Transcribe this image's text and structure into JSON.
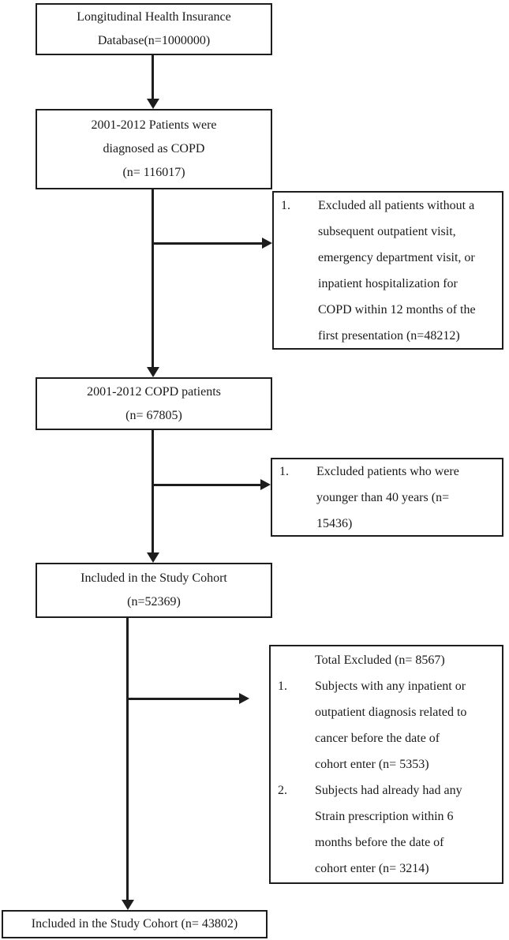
{
  "colors": {
    "ink": "#1d1d1d",
    "background": "#ffffff"
  },
  "flow": {
    "box_database": {
      "lines": [
        "Longitudinal Health Insurance",
        "Database(n=1000000)"
      ]
    },
    "box_diagnosed": {
      "lines": [
        "2001-2012 Patients were",
        "diagnosed as COPD",
        "(n= 116017)"
      ]
    },
    "excl_no_followup": {
      "items": [
        {
          "num": "1.",
          "lines": [
            "Excluded all patients without a",
            "subsequent outpatient visit,",
            "emergency department visit, or",
            "inpatient hospitalization for",
            "COPD within 12 months of the",
            "first presentation (n=48212)"
          ]
        }
      ]
    },
    "box_copd": {
      "lines": [
        "2001-2012 COPD patients",
        "(n= 67805)"
      ]
    },
    "excl_age": {
      "items": [
        {
          "num": "1.",
          "lines": [
            "Excluded patients who were",
            "younger than 40 years (n=",
            "15436)"
          ]
        }
      ]
    },
    "box_cohort": {
      "lines": [
        "Included in the Study Cohort",
        "(n=52369)"
      ]
    },
    "excl_total": {
      "heading": "Total Excluded (n= 8567)",
      "items": [
        {
          "num": "1.",
          "lines": [
            "Subjects with any inpatient or",
            "outpatient diagnosis related to",
            "cancer before the date of",
            "cohort enter (n= 5353)"
          ]
        },
        {
          "num": "2.",
          "lines": [
            "Subjects had already had any",
            "Strain prescription within 6",
            "months before the date of",
            "cohort enter (n= 3214)"
          ]
        }
      ]
    },
    "box_final": {
      "lines": [
        "Included in the Study Cohort (n= 43802)"
      ]
    }
  }
}
